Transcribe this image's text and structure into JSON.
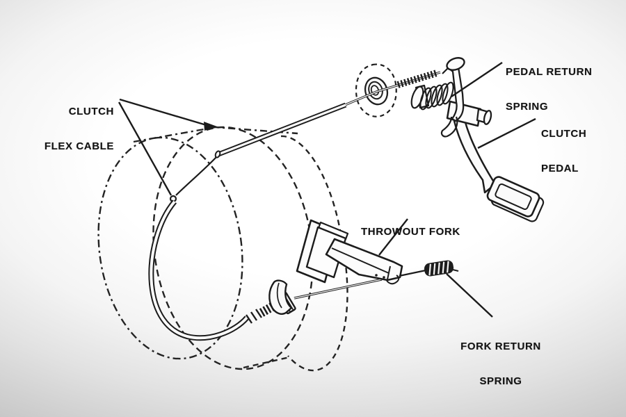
{
  "diagram": {
    "labels": {
      "clutch_flex_cable": {
        "line1": "CLUTCH",
        "line2": "FLEX CABLE"
      },
      "pedal_return_spring": {
        "line1": "PEDAL RETURN",
        "line2": "SPRING"
      },
      "clutch_pedal": {
        "line1": "CLUTCH",
        "line2": "PEDAL"
      },
      "throwout_fork": {
        "line1": "THROWOUT FORK"
      },
      "fork_return_spring": {
        "line1": "FORK RETURN",
        "line2": "SPRING"
      }
    },
    "colors": {
      "ink": "#1c1c1c",
      "background_center": "#ffffff",
      "background_edge": "#9c9c9c"
    }
  }
}
